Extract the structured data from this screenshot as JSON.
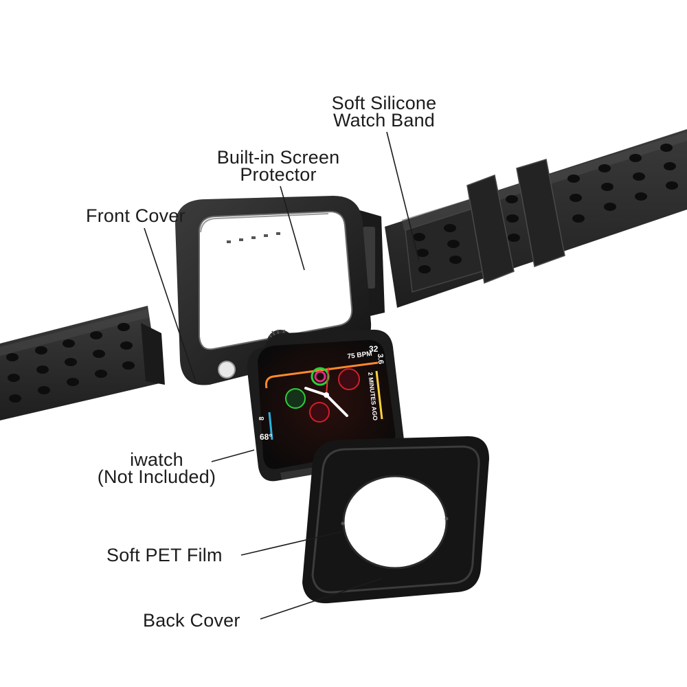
{
  "labels": {
    "band": [
      "Soft Silicone",
      "Watch Band"
    ],
    "protector": [
      "Built-in Screen",
      "Protector"
    ],
    "front_cover": "Front Cover",
    "iwatch": [
      "iwatch",
      "(Not Included)"
    ],
    "pet_film": "Soft PET Film",
    "back_cover": "Back Cover"
  },
  "watch_face": {
    "top_complication": "75 BPM",
    "top_number": "32",
    "right_number": "3.6",
    "right_text": "2 MINUTES AGO",
    "left_number_bottom": "68°",
    "left_number_mid": "8"
  },
  "icons": [
    "watch-band-icon",
    "front-cover-icon",
    "screen-protector-icon",
    "watch-icon",
    "back-cover-icon",
    "pet-film-icon"
  ],
  "colors": {
    "band": "#2a2a2a",
    "case": "#1b1b1b",
    "crown_button": "#d0202a",
    "text": "#1c1c1c"
  }
}
